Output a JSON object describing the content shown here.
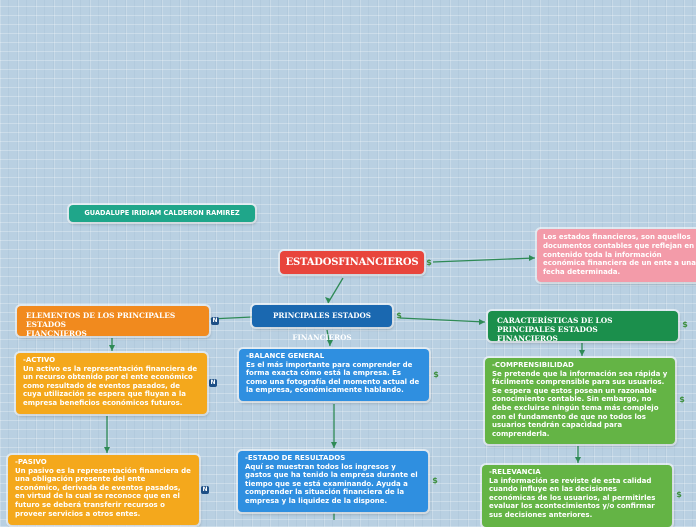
{
  "author": "GUADALUPE IRIDIAM CALDERON RAMIREZ",
  "central": "ESTADOSFINANCIEROS",
  "definition": "Los estados financieros, son aquellos documentos contables que reflejan en contenido toda la información económica financiera de un ente a una fecha determinada.",
  "principales": "PRINCIPALES ESTADOS FINANCIEROS",
  "elementos": "ELEMENTOS DE LOS PRINCIPALES ESTADOS\nFIANCNIEROS",
  "caracteristicas": "CARACTERÍSTICAS DE LOS PRINCIPALES ESTADOS\nFINANCIEROS",
  "activo": "-ACTIVO\nUn activo es la representación financiera de\nun recurso obtenido por el ente económico\ncomo resultado de eventos pasados, de\ncuya utilización se espera que fluyan a la\nempresa beneficios económicos futuros.",
  "pasivo": "-PASIVO\nUn pasivo es la representación financiera de\nuna obligación presente del ente\neconómico, derivada de eventos pasados,\nen virtud de la cual se reconoce que en el\nfuturo se deberá transferir recursos o\nproveer servicios a otros entes.",
  "balance": "-BALANCE GENERAL\nEs el más importante para comprender de\nforma exacta cómo está la empresa. Es\ncomo una fotografía del momento actual de\nla empresa, económicamente hablando.",
  "resultados": "-ESTADO DE RESULTADOS\nAquí se muestran todos los ingresos y\ngastos que ha tenido la empresa durante el\ntiempo que se está examinando. Ayuda a\ncomprender la situación financiera de la\nempresa y la liquidez de la dispone.",
  "comprensibilidad": "-COMPRENSIBILIDAD\nSe pretende que la información sea rápida y\nfácilmente comprensible para sus usuarios.\nSe espera que estos posean un razonable\nconocimiento contable. Sin embargo, no\ndebe excluirse ningún tema más complejo\ncon el fundamento de que no todos los\nusuarios tendrán capacidad para\ncomprenderla.",
  "relevancia": "-RELEVANCIA\nLa información se reviste de esta calidad\ncuando influye en las decisiones\neconómicas de los usuarios, al permitirles\nevaluar los acontecimientos y/o confirmar\nsus decisiones anteriores.",
  "badges": {
    "notes": "N",
    "link": "$"
  },
  "colors": {
    "author": "#1fa68a",
    "central": "#e8453c",
    "definition": "#f39ba9",
    "principales": "#1a68b0",
    "elementos": "#f18a1e",
    "activo_pasivo": "#f4a81c",
    "balance_resultados": "#2f8fe0",
    "caracteristicas": "#1b8f4c",
    "comprensibilidad_relevancia": "#64b445",
    "connector": "#2e8a56"
  }
}
